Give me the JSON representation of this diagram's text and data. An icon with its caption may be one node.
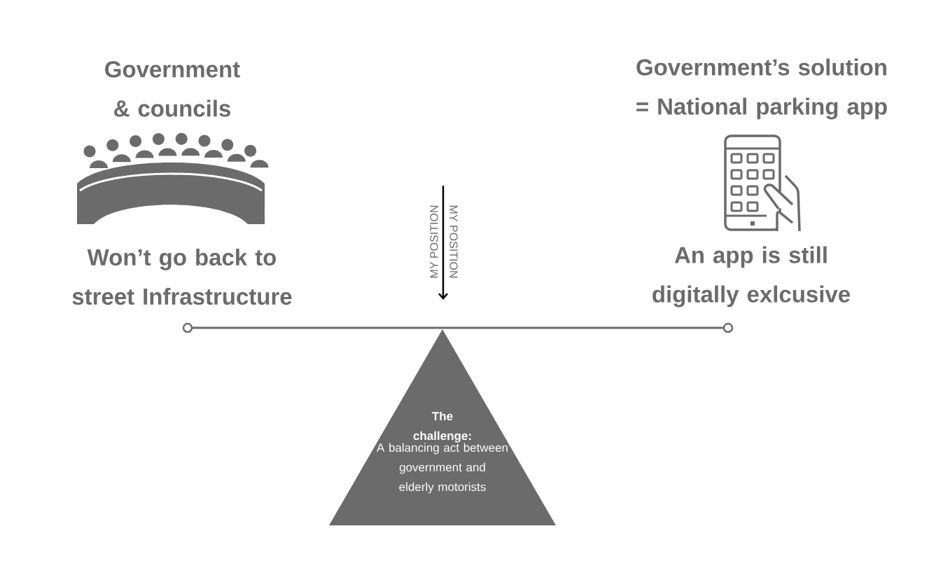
{
  "diagram": {
    "nodes": [
      {
        "text": [
          "The challenge:",
          "A balancing act between government and elderly motorists"
        ]
      }
    ],
    "labels": [
      "Government & councils",
      "Government’s solution = National parking app",
      "MY POSITION",
      "MY POSITION",
      "Won’t go back to street Infrastructure",
      "An app is still digitally exlcusive"
    ]
  }
}
